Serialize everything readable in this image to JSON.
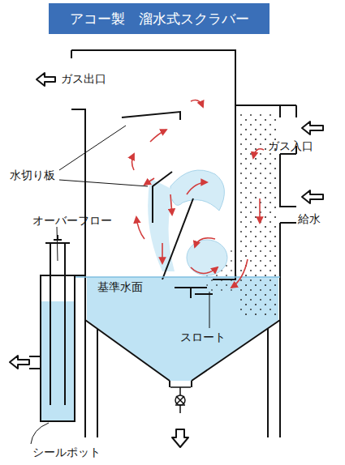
{
  "diagram": {
    "title": "アコー製　溜水式スクラバー",
    "labels": [
      "ガス出口",
      "ガス入口",
      "水切り板",
      "オーバーフロー",
      "給水",
      "基準水面",
      "スロート",
      "シールポット"
    ]
  }
}
